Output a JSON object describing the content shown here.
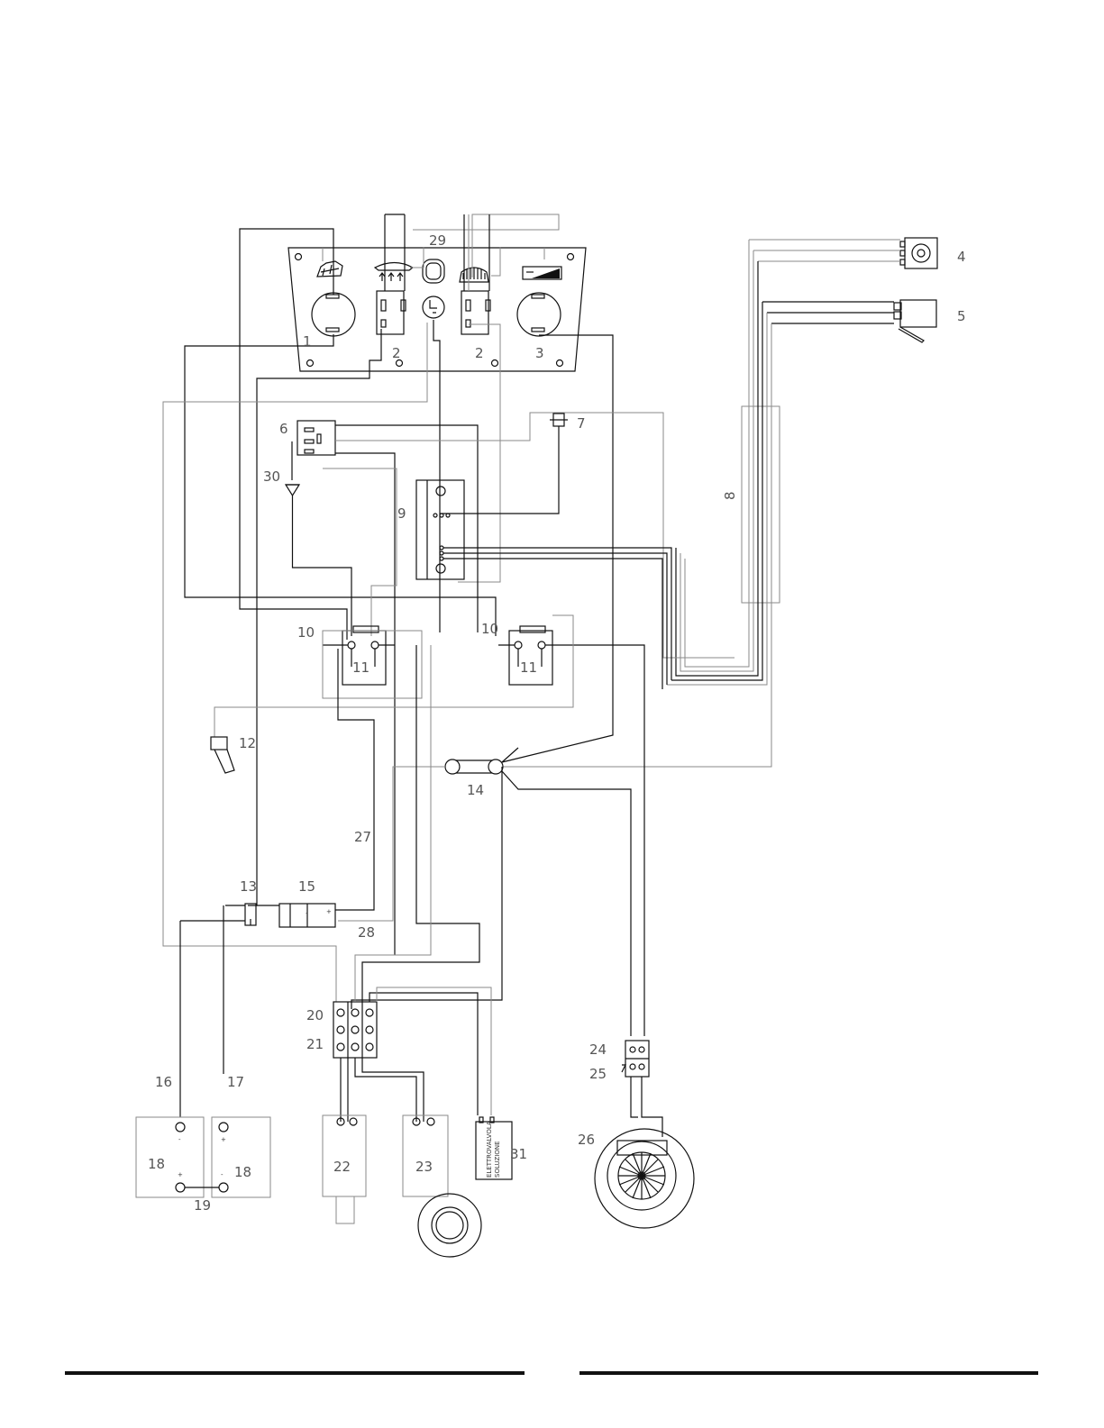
{
  "labels": {
    "n1": "1",
    "n2a": "2",
    "n2b": "2",
    "n3": "3",
    "n4": "4",
    "n5": "5",
    "n6": "6",
    "n7": "7",
    "n8": "8",
    "n9": "9",
    "n10a": "10",
    "n10b": "10",
    "n11a": "11",
    "n11b": "11",
    "n12": "12",
    "n13": "13",
    "n14": "14",
    "n15": "15",
    "n16": "16",
    "n17": "17",
    "n18a": "18",
    "n18b": "18",
    "n19": "19",
    "n20": "20",
    "n21": "21",
    "n22": "22",
    "n23": "23",
    "n24": "24",
    "n25": "25",
    "n26": "26",
    "n27": "27",
    "n28": "28",
    "n29": "29",
    "n30": "30",
    "n31": "31"
  },
  "terminals": {
    "plus": "+",
    "minus": "-"
  },
  "valve": {
    "line1": "ELETTROVALVOLA",
    "line2": "SOLUZIONE"
  },
  "icons": [
    "brush-icon",
    "squeegee-icon",
    "key-switch-icon",
    "horn-icon",
    "speed-gauge-icon",
    "diode-icon",
    "fan-motor-icon"
  ]
}
